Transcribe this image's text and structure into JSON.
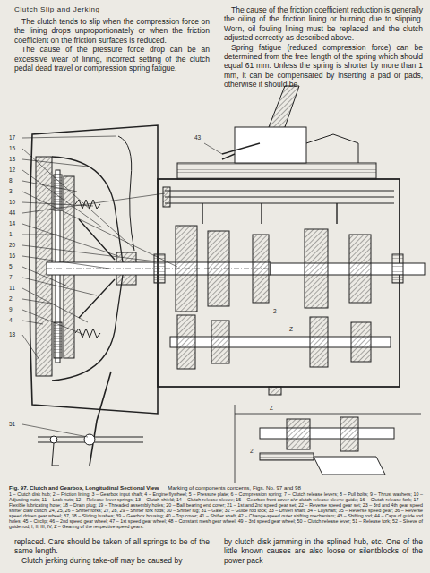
{
  "diagram": {
    "title": "Clutch Slip and Jerking",
    "caption": "Fig. 97. Clutch and Gearbox, Longitudinal Sectional View",
    "labels": [
      "The clutch tends to slip when the compression force on the lining drops unproportionately or when the friction coefficient on the friction surfaces is reduced.",
      "The cause of the pressure force drop can be an excessive wear of lining, incorrect setting of the clutch pedal dead travel or compression spring fatigue.",
      "The cause of the friction coefficient reduction is generally the oiling of the friction lining or burning due to slipping. Worn, oil fouling lining must be replaced and the clutch adjusted correctly as described above.",
      "Spring fatigue (reduced compression force) can be determined from the free length of the spring which should equal 61 mm. Unless the spring is shorter by more than 1 mm, it can be compensated by inserting a pad or pads, otherwise it should be",
      "Marking of components concerns, Figs. No. 97 and 98",
      "1 – Clutch disk hub; 2 – Friction lining; 3 – Gearbox input shaft; 4 – Engine flywheel; 5 – Pressure plate; 6 – Compression spring; 7 – Clutch release levers; 8 – Pull bolts; 9 – Thrust washers; 10 – Adjusting nuts; 11 – Lock nuts; 12 – Release lever springs; 13 – Clutch shield; 14 – Clutch release sleeve; 15 – Gearbox front cover c/w clutch release sleeve guide; 16 – Clutch release fork; 17 – Flexible lubricating hose; 18 – Drain plug; 19 – Threaded assembly holes; 20 – Ball bearing end cover; 21 – 1st and 2nd speed gear set; 22 – Reverse speed gear set; 23 – 3rd and 4th gear speed shifter claw clutch; 24, 25, 26 – Shifter forks; 27, 28, 29 – Shifter fork rods; 30 – Shifter lug; 31 – Gate; 32 – Guide rod lock; 33 – Driven shaft; 34 – Layshaft; 35 – Reverse speed gear; 36 – Reverse speed driven gear wheel; 37, 38 – Sliding bushes; 39 – Gearbox housing; 40 – Top cover; 41 – Shifter shaft; 42 – Change-speed outer shifting mechanism; 43 – Shifting rod; 44 – Caps of guide rod holes; 45 – Circlip; 46 – 2nd speed gear wheel; 47 – 1st speed gear wheel; 48 – Constant mesh gear wheel; 49 – 3rd speed gear wheel; 50 – Clutch release lever; 51 – Release fork; 52 – Sleeve of guide rod; I, II, III, IV, Z – Gearing of the respective speed gears.",
      "replaced. Care should be taken of all springs to be of the same length.",
      "Clutch jerking during take-off may be caused by",
      "by clutch disk jamming in the splined hub, etc. One of the little known causes are also loose or silentblocks of the power pack",
      "17",
      "15",
      "13",
      "12",
      "8",
      "3",
      "10",
      "44",
      "14",
      "1",
      "20",
      "16",
      "5",
      "7",
      "11",
      "2",
      "9",
      "4",
      "18",
      "51",
      "43",
      "2",
      "Z",
      "2",
      "Z"
    ]
  }
}
